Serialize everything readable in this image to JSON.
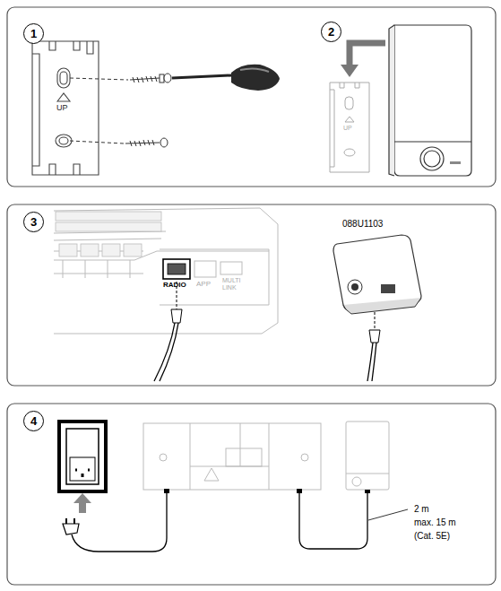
{
  "diagram": {
    "nodes": [
      {
        "text": [
          "1"
        ]
      },
      {
        "text": [
          "2"
        ]
      },
      {
        "text": [
          "3"
        ]
      },
      {
        "text": [
          "4"
        ]
      }
    ],
    "labels": [
      "UP",
      "UP",
      "RADIO",
      "APP",
      "MULTI LINK",
      "088U1103",
      "2 m",
      "max. 15 m",
      "(Cat. 5E)"
    ]
  }
}
